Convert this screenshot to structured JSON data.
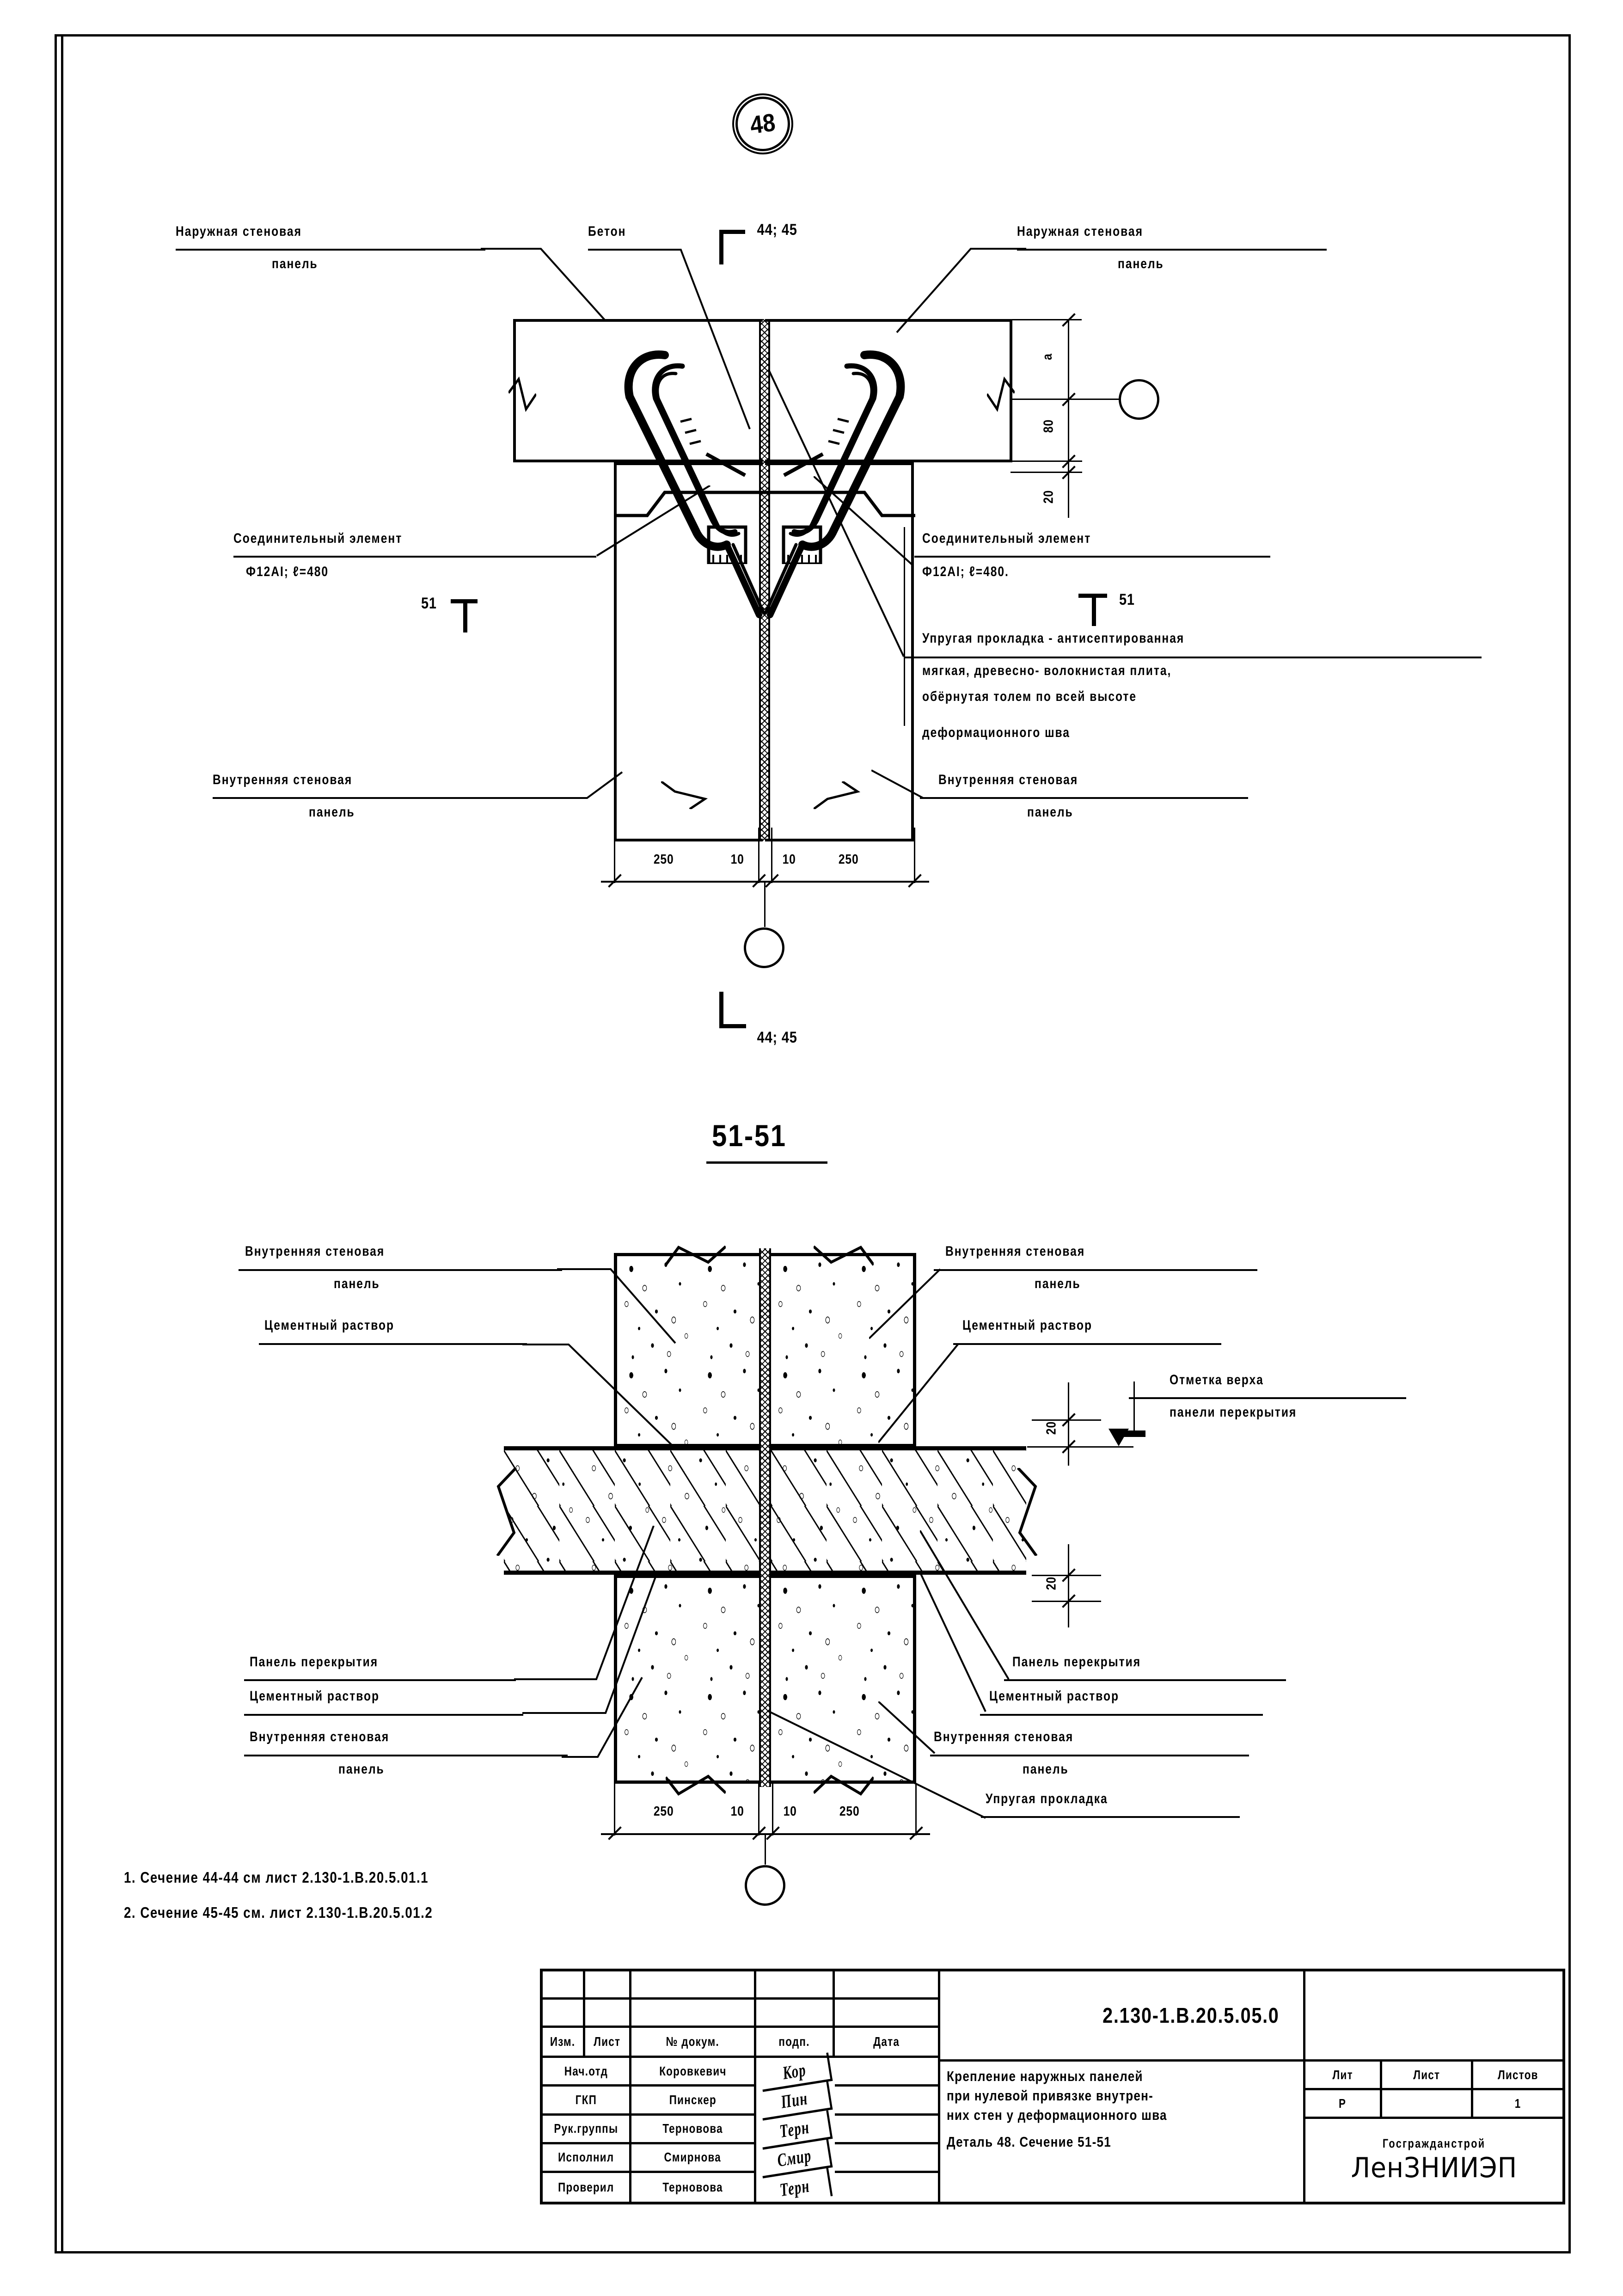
{
  "sheet": {
    "detail_tag": "48",
    "section_title": "51-51",
    "drawing_code": "2.130-1.В.20.5.05.0"
  },
  "upper_detail": {
    "section_marker_top": "44; 45",
    "section_marker_bottom": "44; 45",
    "labels": {
      "outer_panel_left_l1": "Наружная стеновая",
      "outer_panel_left_l2": "панель",
      "concrete": "Бетон",
      "outer_panel_right_l1": "Наружная стеновая",
      "outer_panel_right_l2": "панель",
      "conn_element_left_l1": "Соединительный элемент",
      "conn_element_left_l2": "Ф12АI; ℓ=480",
      "conn_element_right_l1": "Соединительный элемент",
      "conn_element_right_l2": "Ф12АI; ℓ=480.",
      "gasket_l1": "Упругая прокладка - антисептированная",
      "gasket_l2": "мягкая, древесно- волокнистая плита,",
      "gasket_l3": "обёрнутая толем по всей высоте",
      "gasket_l4": "деформационного шва",
      "inner_panel_left_l1": "Внутренняя стеновая",
      "inner_panel_left_l2": "панель",
      "inner_panel_right_l1": "Внутренняя стеновая",
      "inner_panel_right_l2": "панель",
      "section_cut_left": "51",
      "section_cut_right": "51"
    },
    "dimensions": {
      "horizontal": [
        "250",
        "10",
        "10",
        "250"
      ],
      "vertical": [
        "a",
        "80",
        "20"
      ]
    }
  },
  "lower_section": {
    "labels": {
      "inner_panel_tl_l1": "Внутренняя стеновая",
      "inner_panel_tl_l2": "панель",
      "mortar_tl": "Цементный раствор",
      "inner_panel_tr_l1": "Внутренняя стеновая",
      "inner_panel_tr_l2": "панель",
      "mortar_tr": "Цементный раствор",
      "level_mark_l1": "Отметка верха",
      "level_mark_l2": "панели перекрытия",
      "floor_panel_l": "Панель перекрытия",
      "mortar_bl": "Цементный раствор",
      "inner_panel_bl_l1": "Внутренняя стеновая",
      "inner_panel_bl_l2": "панель",
      "floor_panel_r": "Панель перекрытия",
      "mortar_br": "Цементный раствор",
      "inner_panel_br_l1": "Внутренняя стеновая",
      "inner_panel_br_l2": "панель",
      "elastic_gasket": "Упругая прокладка"
    },
    "dimensions": {
      "horizontal": [
        "250",
        "10",
        "10",
        "250"
      ],
      "vertical": [
        "20",
        "20"
      ]
    }
  },
  "notes": [
    "1. Сечение 44-44 см лист 2.130-1.В.20.5.01.1",
    "2. Сечение 45-45 см. лист 2.130-1.В.20.5.01.2"
  ],
  "title_block": {
    "rev_headers": [
      "Изм.",
      "Лист",
      "№ докум.",
      "подп.",
      "Дата"
    ],
    "roles": [
      {
        "role": "Нач.отд",
        "name": "Коровкевич",
        "sign": "Кор",
        "date": ""
      },
      {
        "role": "ГКП",
        "name": "Пинскер",
        "sign": "Пин",
        "date": ""
      },
      {
        "role": "Рук.группы",
        "name": "Терновова",
        "sign": "Терн",
        "date": ""
      },
      {
        "role": "Исполнил",
        "name": "Смирнова",
        "sign": "Смир",
        "date": ""
      },
      {
        "role": "Проверил",
        "name": "Терновова",
        "sign": "Терн",
        "date": ""
      }
    ],
    "title_lines": [
      "Крепление наружных панелей",
      "при нулевой привязке внутрен-",
      "них стен у деформационного шва",
      "Деталь 48.  Сечение 51-51"
    ],
    "sheet_headers": [
      "Лит",
      "Лист",
      "Листов"
    ],
    "sheet_values": [
      "Р",
      "",
      "1"
    ],
    "org_small": "Госгражданстрой",
    "org_name": "ЛенЗНИИЭП"
  }
}
